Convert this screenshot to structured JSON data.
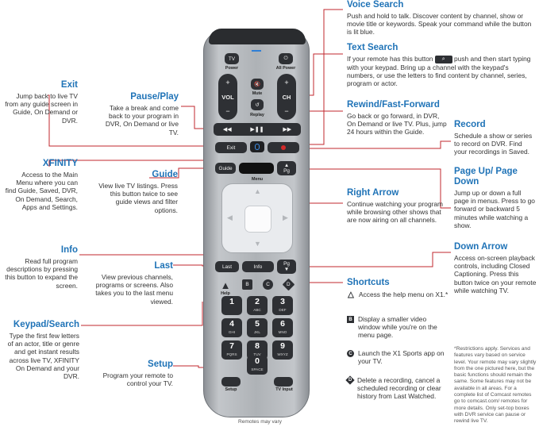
{
  "callouts": {
    "voice_search": {
      "title": "Voice Search",
      "desc": "Push and hold to talk. Discover content by channel, show or movie title or keywords. Speak your command while the button is lit blue."
    },
    "text_search": {
      "title": "Text Search",
      "desc_pre": "If your remote has this button",
      "desc_post": "push and then start typing with your keypad. Bring up a channel with the keypad's numbers, or use the letters to find content by channel, series, program or actor."
    },
    "rewind_ff": {
      "title": "Rewind/Fast-Forward",
      "desc": "Go back or go forward, in DVR, On Demand or live TV. Plus, jump 24 hours within the Guide."
    },
    "record": {
      "title": "Record",
      "desc": "Schedule a show or series to record on DVR. Find your recordings in Saved."
    },
    "page_up_down": {
      "title": "Page Up/ Page Down",
      "desc": "Jump up or down a full page in menus. Press to go forward or backward 5 minutes while watching a show."
    },
    "right_arrow": {
      "title": "Right Arrow",
      "desc": "Continue watching your program while browsing other shows that are now airing on all channels."
    },
    "down_arrow": {
      "title": "Down Arrow",
      "desc": "Access on-screen playback controls, including Closed Captioning. Press this button twice on your remote while watching TV."
    },
    "shortcuts": {
      "title": "Shortcuts"
    },
    "exit": {
      "title": "Exit",
      "desc": "Jump back to live TV from any guide screen in Guide, On Demand or DVR."
    },
    "pause_play": {
      "title": "Pause/Play",
      "desc": "Take a break and come back to your program in DVR, On Demand or live TV."
    },
    "xfinity": {
      "title": "XFINITY",
      "desc": "Access to the Main Menu where you can find Guide, Saved, DVR, On Demand, Search, Apps and Settings."
    },
    "guide": {
      "title": "Guide",
      "desc": "View live TV listings. Press this button twice to see guide views and filter options."
    },
    "info": {
      "title": "Info",
      "desc": "Read full program descriptions by pressing this button to expand the screen."
    },
    "last": {
      "title": "Last",
      "desc": "View previous channels, programs or screens. Also takes you to the last menu viewed."
    },
    "keypad_search": {
      "title": "Keypad/Search",
      "desc": "Type the first few letters of an actor, title or genre and get instant results across live TV, XFINITY On Demand and your DVR."
    },
    "setup": {
      "title": "Setup",
      "desc": "Program your remote to control your TV."
    }
  },
  "shortcuts": [
    {
      "icon": "A",
      "shape": "triangle",
      "text": "Access the help menu on X1.*"
    },
    {
      "icon": "B",
      "shape": "square",
      "text": "Display a smaller video window while you're on the menu page."
    },
    {
      "icon": "C",
      "shape": "circle",
      "text": "Launch the X1 Sports app on your TV."
    },
    {
      "icon": "D",
      "shape": "diamond",
      "text": "Delete a recording, cancel a scheduled recording or clear history from Last Watched."
    }
  ],
  "remote": {
    "tv": "TV",
    "power": "Power",
    "all_power": "All Power",
    "vol": "VOL",
    "ch": "CH",
    "mute": "Mute",
    "replay": "Replay",
    "exit": "Exit",
    "guide": "Guide",
    "pg": "Pg",
    "menu": "Menu",
    "last": "Last",
    "info": "Info",
    "help": "Help",
    "b": "B",
    "c": "C",
    "d": "D",
    "setup": "Setup",
    "tv_input": "TV Input",
    "search_chip": "⌕",
    "keys": [
      {
        "n": "1",
        "l": ""
      },
      {
        "n": "2",
        "l": "ABC"
      },
      {
        "n": "3",
        "l": "DEF"
      },
      {
        "n": "4",
        "l": "GHI"
      },
      {
        "n": "5",
        "l": "JKL"
      },
      {
        "n": "6",
        "l": "MNO"
      },
      {
        "n": "7",
        "l": "PQRS"
      },
      {
        "n": "8",
        "l": "TUV"
      },
      {
        "n": "9",
        "l": "WXYZ"
      },
      {
        "n": "0",
        "l": "SPACE"
      }
    ]
  },
  "footnote": "Remotes may vary",
  "fine_print": "*Restrictions apply. Services and features vary based on service level. Your remote may vary slightly from the one pictured here, but the basic functions should remain the same. Some features may not be available in all areas. For a complete list of Comcast remotes go to comcast.com/ remotes for more details. Only set-top boxes with DVR service can pause or rewind live TV.",
  "colors": {
    "title_blue": "#1f73b7",
    "leader_red": "#c0272d",
    "remote_body": "#aeb2b6",
    "button_dark": "#2e3034"
  }
}
